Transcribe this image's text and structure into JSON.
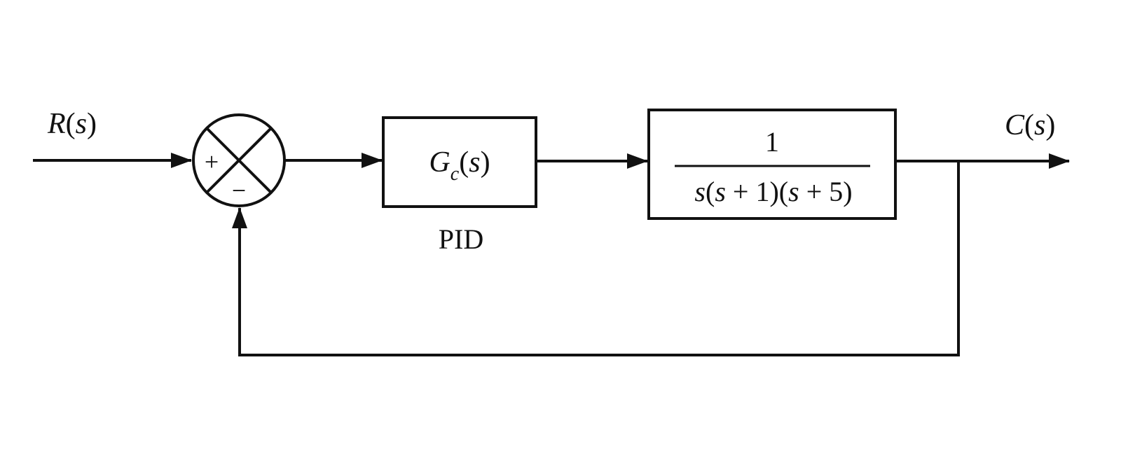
{
  "diagram": {
    "input_label": {
      "var": "R",
      "open": "(",
      "arg": "s",
      "close": ")"
    },
    "output_label": {
      "var": "C",
      "open": "(",
      "arg": "s",
      "close": ")"
    },
    "summing_junction": {
      "plus_sign": "+",
      "minus_sign": "−"
    },
    "controller": {
      "symbol": "G",
      "subscript": "c",
      "open": "(",
      "arg": "s",
      "close": ")",
      "caption": "PID"
    },
    "plant": {
      "numerator": "1",
      "den_s1": "s",
      "den_open1": "(",
      "den_s2": "s",
      "den_rest1": " + 1)(",
      "den_s3": "s",
      "den_rest2": " + 5)"
    }
  }
}
